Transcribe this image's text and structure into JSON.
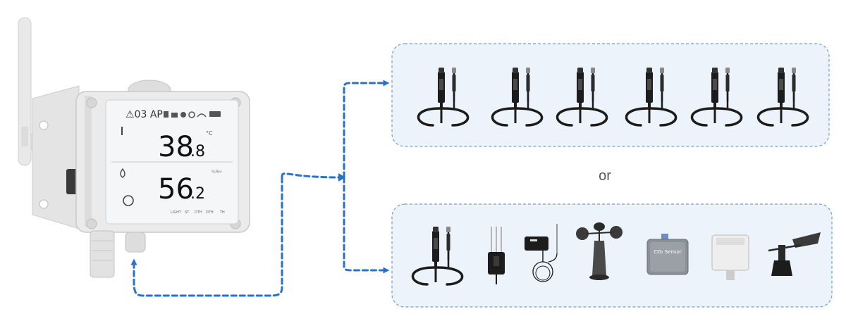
{
  "diagram": {
    "connector_label": "or",
    "colors": {
      "connector": "#2a72c9",
      "panel_fill": "#edf3fa",
      "panel_border": "#6f9fd6",
      "device_body": "#ececec",
      "lcd_screen": "#f4f6f8",
      "sensor_black": "#1c1c1c"
    }
  },
  "device": {
    "name": "data-logger-gateway",
    "display": {
      "alarm": "⚠03 AP",
      "temperature": "38",
      "temperature_decimal": ".8",
      "temperature_unit": "°C",
      "humidity": "56",
      "humidity_decimal": ".2",
      "humidity_unit": "%RH",
      "status_labels": [
        "LIGHT",
        "ST",
        "DTH",
        "DTH",
        "TH"
      ]
    }
  },
  "panels": {
    "top": {
      "sensors": [
        {
          "icon": "temperature-humidity-probe-icon"
        },
        {
          "icon": "temperature-humidity-probe-icon"
        },
        {
          "icon": "temperature-humidity-probe-icon"
        },
        {
          "icon": "temperature-humidity-probe-icon"
        },
        {
          "icon": "temperature-humidity-probe-icon"
        },
        {
          "icon": "temperature-humidity-probe-icon"
        }
      ]
    },
    "bottom": {
      "sensors": [
        {
          "icon": "temperature-humidity-probe-icon"
        },
        {
          "icon": "soil-moisture-sensor-icon"
        },
        {
          "icon": "temperature-probe-transmitter-icon"
        },
        {
          "icon": "anemometer-icon"
        },
        {
          "icon": "co2-sensor-icon",
          "label": "CO₂ Sensor"
        },
        {
          "icon": "atmospheric-pressure-sensor-icon"
        },
        {
          "icon": "wind-vane-icon"
        }
      ]
    }
  }
}
